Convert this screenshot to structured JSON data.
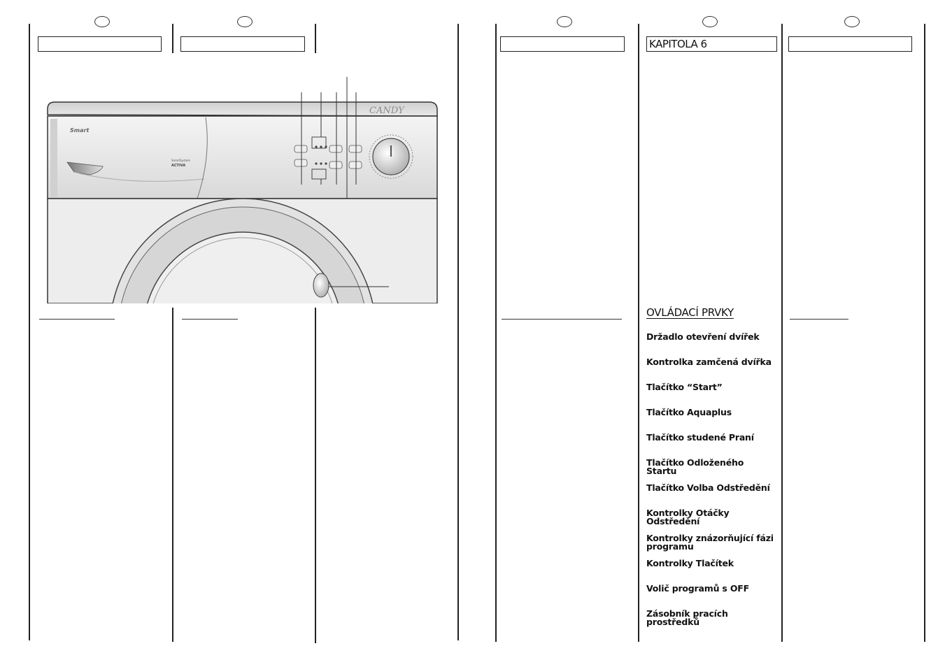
{
  "header": {
    "chapter_title": "KAPITOLA 6"
  },
  "figure": {
    "brand_logo": "CANDY",
    "model_label": "Smart",
    "badge_small": "SmartSystem",
    "badge_big": "ACTIVA"
  },
  "controls": {
    "section_title": "OVLÁDACÍ PRVKY",
    "items": [
      "Držadlo otevření dvířek",
      "Kontrolka zamčená dvířka",
      "Tlačítko “Start”",
      "Tlačítko Aquaplus",
      "Tlačítko studené Praní",
      "Tlačítko Odloženého Startu",
      "Tlačítko Volba Odstředění",
      "Kontrolky Otáčky Odstředění",
      "Kontrolky znázorňující fázi programu",
      "Kontrolky Tlačítek",
      "Volič programů s OFF",
      "Zásobník pracích prostředků"
    ]
  }
}
